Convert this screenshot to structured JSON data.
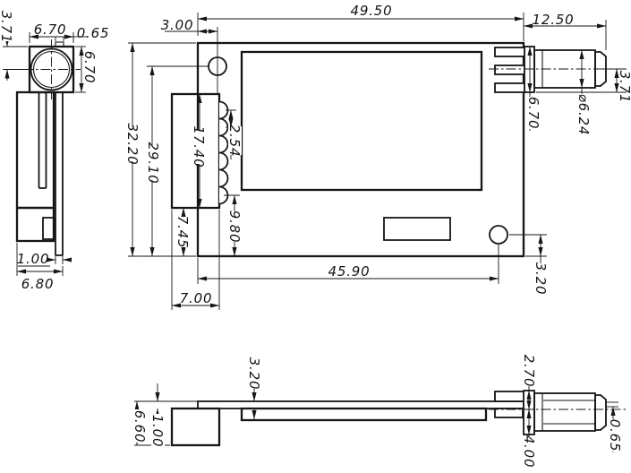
{
  "side_view": {
    "pin_offset": "3.71",
    "flange_width": "6.70",
    "tab_width": "0.65",
    "flange_height": "6.70",
    "pcb_thickness": "1.00",
    "overall_depth": "6.80"
  },
  "top_view": {
    "overall_width": "49.50",
    "hole1_offset_x": "3.00",
    "connector_length": "12.50",
    "overall_height": "32.20",
    "hole1_to_bottom": "29.10",
    "header_length": "17.40",
    "pin_pitch": "2.54",
    "pins_to_bottom": "9.80",
    "header_to_bottom": "7.45",
    "header_width": "7.00",
    "hole2_offset_x": "45.90",
    "hole2_offset_y": "3.20",
    "connector_flange_height": "6.70",
    "barrel_diameter": "⌀6.24",
    "axis_offset": "3.71"
  },
  "bottom_view": {
    "shield_clearance": "3.20",
    "axis_to_top": "2.70",
    "pcb_thickness": "1.00",
    "overall_height": "6.60",
    "axis_to_bottom": "4.00",
    "pin_chamfer": "0.65"
  }
}
